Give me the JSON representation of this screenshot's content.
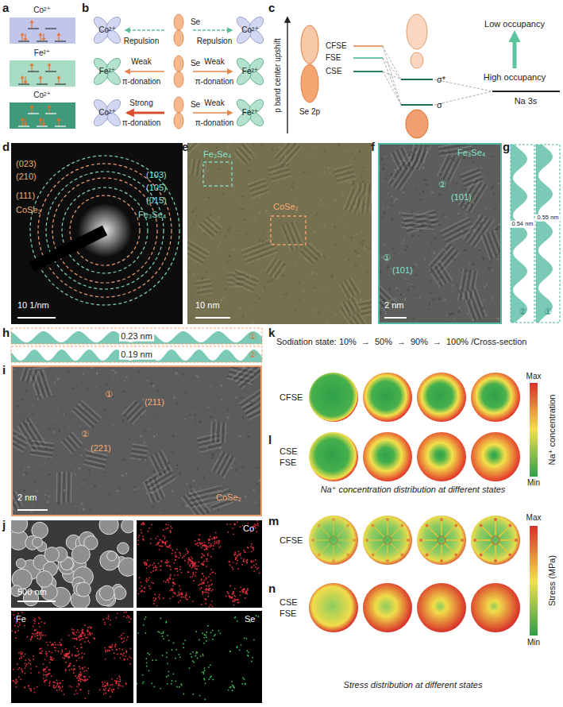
{
  "diagram": {
    "nodes": [
      {
        "text": [
          "(023)",
          "(210)",
          "(111)",
          "CoSe₂",
          "(103)",
          "(105)",
          "(015)",
          "Fe₃Se₄",
          "10 1/nm"
        ]
      },
      {
        "text": [
          "Fe₃Se₄",
          "CoSe₂",
          "10 nm"
        ]
      },
      {
        "text": [
          "Fe₃Se₄",
          "①",
          "(101)",
          "②",
          "(101)",
          "2 nm"
        ]
      },
      {
        "text": [
          "0.54 nm",
          "②"
        ]
      },
      {
        "text": [
          "0.55 nm",
          "①"
        ]
      },
      {
        "text": [
          "0.23 nm",
          "①"
        ]
      },
      {
        "text": [
          "0.19 nm",
          "②"
        ]
      },
      {
        "text": [
          "①",
          "(211)",
          "②",
          "(221)",
          "2 nm",
          "CoSe₂"
        ]
      },
      {
        "text": [
          "500 nm"
        ]
      },
      {
        "text": [
          "Co"
        ]
      },
      {
        "text": [
          "Fe"
        ]
      },
      {
        "text": [
          "Se"
        ]
      }
    ],
    "labels": [
      "a",
      "Co²⁺",
      "Fe²⁺",
      "Co²⁺",
      "b",
      "Co²⁺",
      "Se",
      "Co²⁺",
      "Repulsion",
      "Repulsion",
      "Fe²⁺",
      "Se",
      "Fe²⁺",
      "Weak",
      "π-donation",
      "Weak",
      "π-donation",
      "Co²⁺",
      "Se",
      "Fe²⁺",
      "Strong",
      "π-donation",
      "Weak",
      "π-donation",
      "c",
      "p band center upshift",
      "Se 2p",
      "CFSE",
      "FSE",
      "CSE",
      "σ*",
      "σ",
      "Low occupancy",
      "High occupancy",
      "Na 3s",
      "d",
      "e",
      "f",
      "g",
      "h",
      "i",
      "j",
      "k",
      "Sodiation state: 10%",
      "→",
      "50%",
      "→",
      "90%",
      "→",
      "100% /Cross-section",
      "CFSE",
      "Na⁺ concentration",
      "Max",
      "Min",
      "CSE",
      "FSE",
      "Na⁺ concentration distribution at different states",
      "CFSE",
      "Stress (MPa)",
      "Max",
      "Min",
      "CSE",
      "FSE",
      "Stress distribution at different states",
      "l",
      "m",
      "n"
    ]
  }
}
